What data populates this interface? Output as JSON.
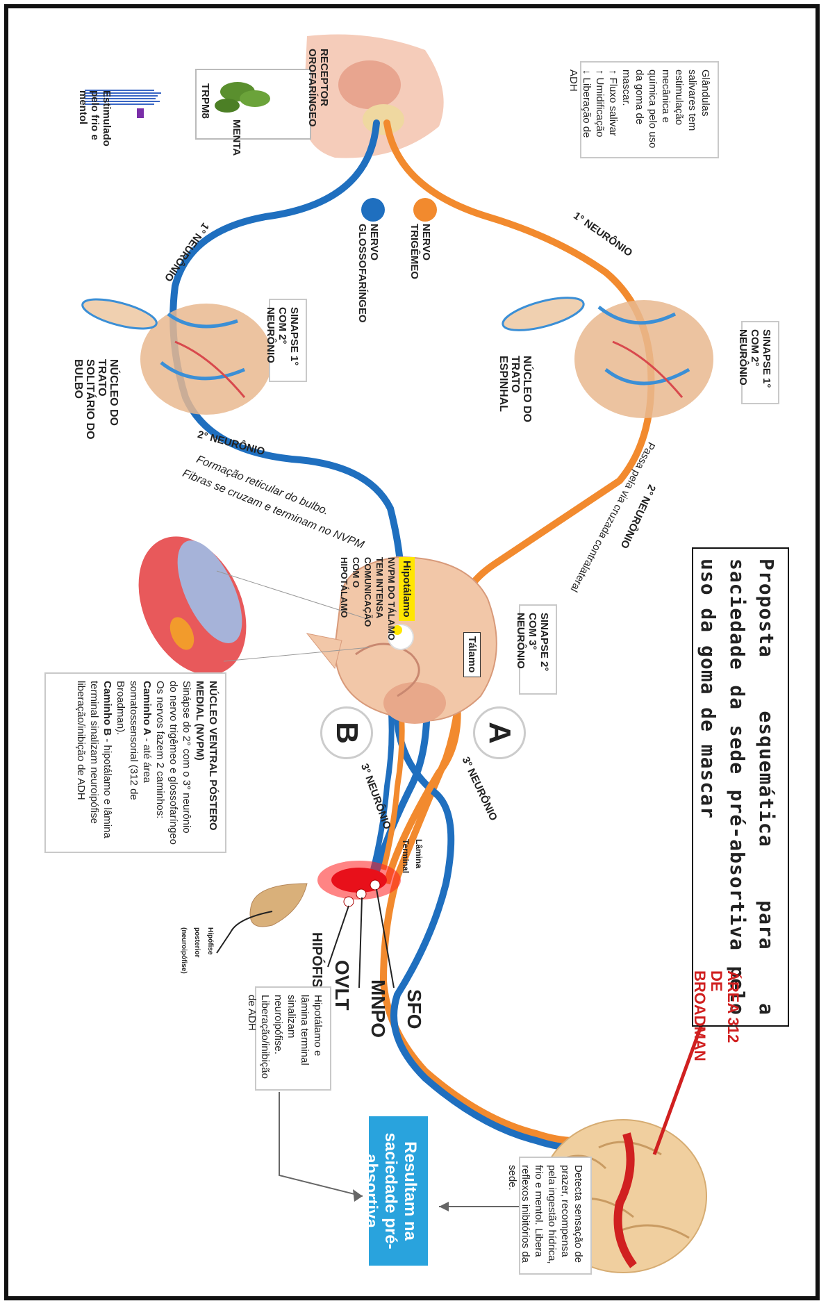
{
  "title": "Proposta esquemática para a saciedade da sede pré-absortiva pelo uso da goma de mascar",
  "legend": {
    "intro": "Glândulas salivares tem estimulação mecânica e química pelo uso da goma de mascar.",
    "item1": "↑ Fluxo salivar",
    "item2": "↑ Umidificação",
    "item3": "↓ Liberação de ADH"
  },
  "receptor_label": "RECEPTOR OROFARÍNGEO",
  "menta_label": "MENTA",
  "trpm8_label": "TRPM8",
  "stimulated_label": "Estimulado pelo frio e mentol",
  "nerves": {
    "trigeminal": "NERVO TRIGÊMEO",
    "glossopharyngeal": "NERVO GLOSSOFARÍNGEO"
  },
  "neurons": {
    "first_a": "1° NEURÔNIO",
    "first_b": "1° NEURÔNIO",
    "second_a": "2° NEURÔNIO",
    "second_b": "2° NEURÔNIO",
    "third_a": "3° NEURÔNIO",
    "third_b": "3° NEURÔNIO"
  },
  "synapse_top": "SINAPSE 1° COM 2° NEURÔNIO",
  "synapse_bottom": "SINAPSE 1° COM 2° NEURÔNIO",
  "synapse_thalamus": "SINAPSE 2° COM 3° NEURÔNIO",
  "nucleus_spinal": "NÚCLEO DO TRATO ESPINHAL",
  "nucleus_solitary": "NÚCLEO DO TRATO SOLITÁRIO DO BULBO",
  "contralateral": "Passa pela via cruzada contralateral",
  "reticular_line1": "Formação reticular do bulbo.",
  "reticular_line2": "Fibras se cruzam e terminam no NVPM",
  "hipotalamo_label": "Hipotálamo",
  "talamo_label": "Tálamo",
  "nvpm_note": "NVPM DO TÁLAMO TEM INTENSA COMUNICAÇÃO COM O HIPOTÁLAMO",
  "nvpm_box": {
    "heading": "NÚCLEO VENTRAL PÓSTERO MEDIAL (NVPM)",
    "line1": "Sinápse do 2° com o 3° neurônio do nervo trigêmeo e glossofaríngeo",
    "line2": "Os nervos fazem 2 caminhos:",
    "path_a_bold": "Caminho A",
    "path_a_text": " - até área somatossensorial (312 de Broadman).",
    "path_b_bold": "Caminho B",
    "path_b_text": " - hipotálamo e lâmina terminal sinalizam neuroipófise liberação/inibição de ADH"
  },
  "path_a": "A",
  "path_b": "B",
  "lamina_label": "Lâmina Terminal",
  "sfo": "SFO",
  "mnpo": "MNPO",
  "ovlt": "OVLT",
  "hipofise": "HIPÓFISE",
  "hipofise_posterior": "Hipófise posterior (neuroipófise)",
  "hypo_box": "Hipotálamo e lâmina terminal sinalizam neuroipófise. Liberação/inibição de ADH",
  "broadman": "ÁREA 312 DE BROADMAN",
  "cortex_box": "Detecta sensação de prazer, recompensa pela ingestão hídrica, frio e mentol. Libera reflexos inibitórios da sede.",
  "result": "Resultam na saciedade pré-absortiva",
  "colors": {
    "trigeminal": "#f28a2e",
    "glossopharyngeal": "#1f6fbf",
    "highlight": "#ffe600",
    "result_bg": "#29a3dd",
    "broadman": "#d02020"
  }
}
